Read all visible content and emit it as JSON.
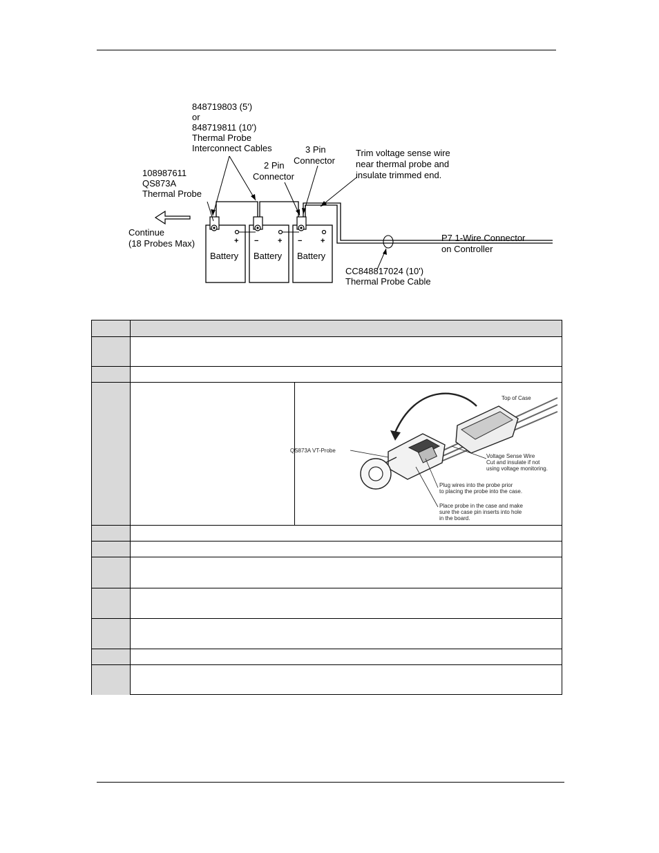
{
  "diagram": {
    "cable_label": [
      "848719803 (5')",
      "or",
      "848719811 (10')",
      "Thermal Probe",
      "Interconnect Cables"
    ],
    "three_pin_label": [
      "3 Pin",
      "Connector"
    ],
    "two_pin_label": [
      "2 Pin",
      "Connector"
    ],
    "trim_label": [
      "Trim voltage sense wire",
      "near thermal probe  and",
      "insulate trimmed end."
    ],
    "probe_label": [
      "108987611",
      "QS873A",
      "Thermal Probe"
    ],
    "continue_label": [
      "Continue",
      "(18 Probes Max)"
    ],
    "battery_label": "Battery",
    "p7_label": [
      "P7 1-Wire Connector",
      "on Controller"
    ],
    "cc_label": [
      "CC848817024 (10')",
      "Thermal Probe Cable"
    ],
    "plus_symbol": "+",
    "minus_symbol": "−"
  },
  "photo": {
    "top_of_case": "Top of Case",
    "probe_name": "QS873A VT-Probe",
    "voltage_sense": [
      "Voltage Sense Wire",
      "Cut and insulate if not",
      "using voltage monitoring."
    ],
    "plug_wires": [
      "Plug wires into the probe prior",
      "to placing  the probe into the case."
    ],
    "place_probe": [
      "Place probe in the case and make",
      "sure the case pin inserts into hole",
      "in the board."
    ]
  }
}
